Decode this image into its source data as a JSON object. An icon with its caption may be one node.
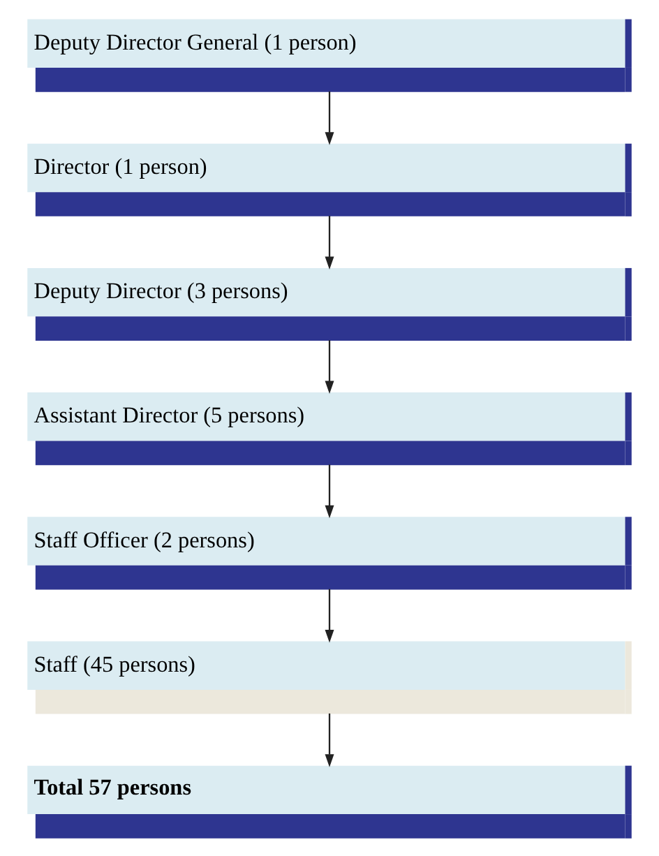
{
  "diagram": {
    "nodes": [
      {
        "text": [
          "Deputy Director General (1 person)"
        ]
      },
      {
        "text": [
          "Director (1 person)"
        ]
      },
      {
        "text": [
          "Deputy Director (3 persons)"
        ]
      },
      {
        "text": [
          "Assistant Director (5 persons)"
        ]
      },
      {
        "text": [
          "Staff Officer (2 persons)"
        ]
      },
      {
        "text": [
          "Staff (45 persons)"
        ]
      },
      {
        "text": [
          "Total 57 persons"
        ]
      }
    ],
    "edges": [
      {
        "from": 0,
        "to": 1,
        "arrow": "to"
      },
      {
        "from": 1,
        "to": 2,
        "arrow": "to"
      },
      {
        "from": 2,
        "to": 3,
        "arrow": "to"
      },
      {
        "from": 3,
        "to": 4,
        "arrow": "to"
      },
      {
        "from": 4,
        "to": 5,
        "arrow": "to"
      },
      {
        "from": 5,
        "to": 6,
        "arrow": "to"
      }
    ]
  }
}
